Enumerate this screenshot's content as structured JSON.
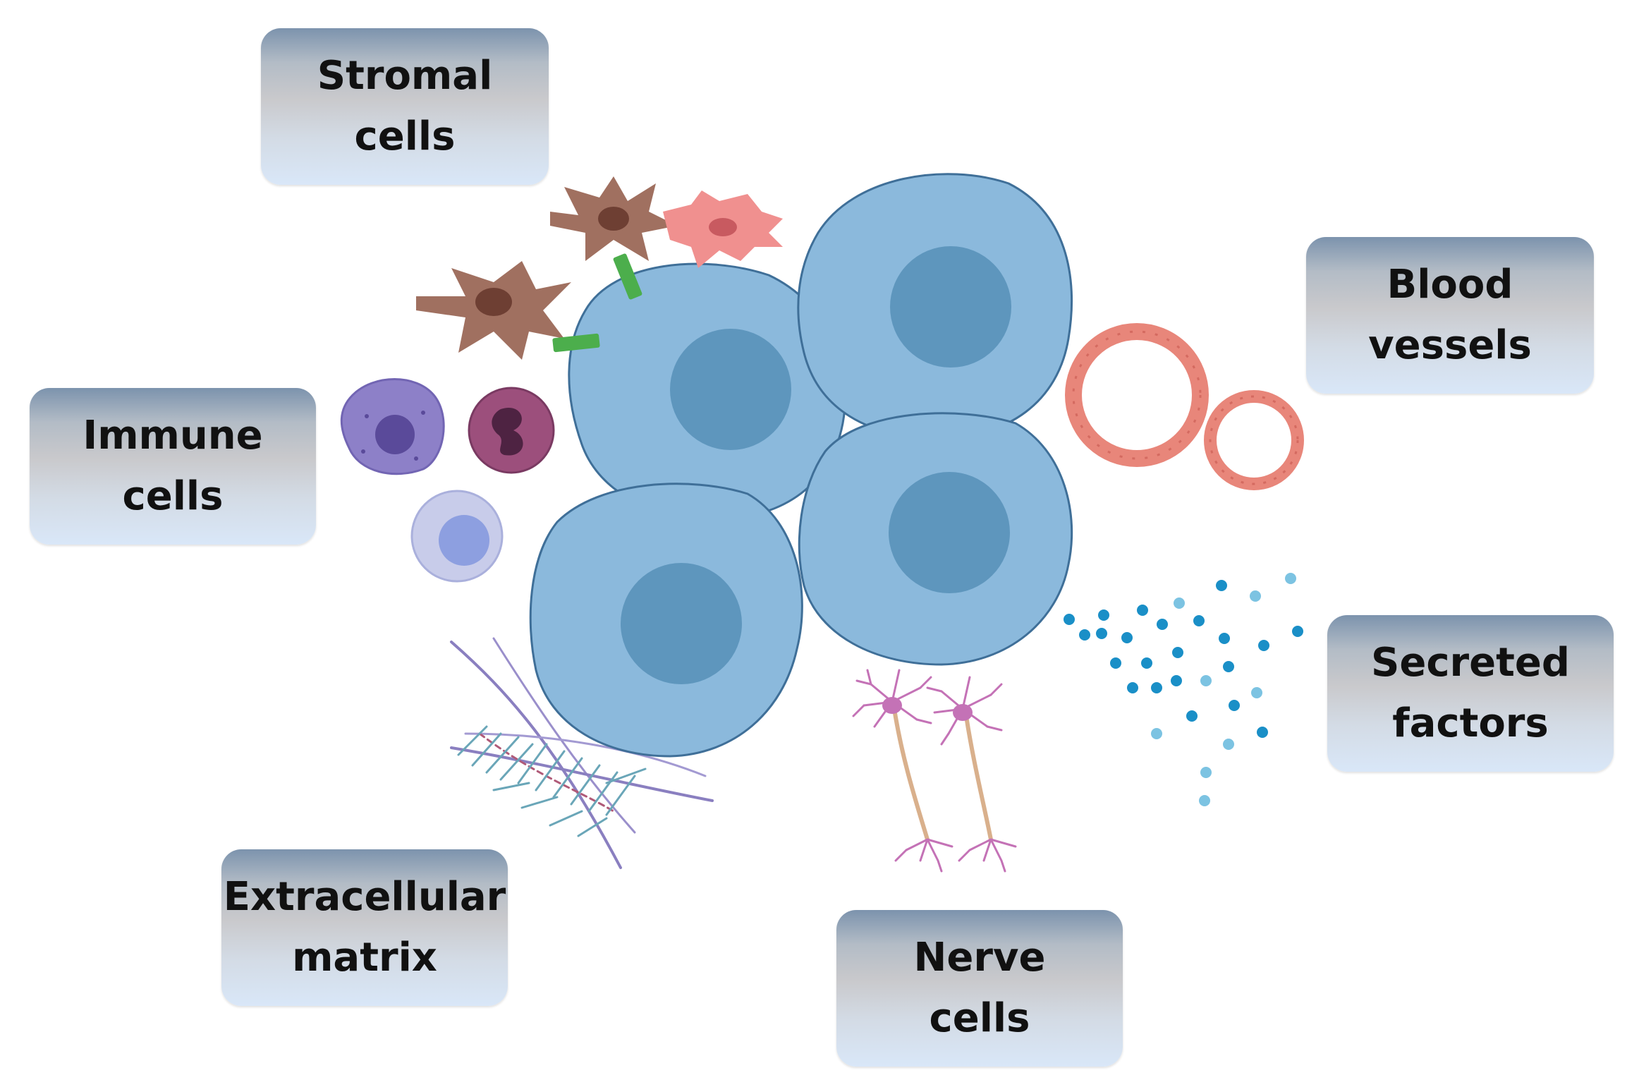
{
  "labels": {
    "stromal": {
      "line1": "Stromal",
      "line2": "cells"
    },
    "blood": {
      "line1": "Blood",
      "line2": "vessels"
    },
    "immune": {
      "line1": "Immune",
      "line2": "cells"
    },
    "secreted": {
      "line1": "Secreted",
      "line2": "factors"
    },
    "ecm": {
      "line1": "Extracellular",
      "line2": "matrix"
    },
    "nerve": {
      "line1": "Nerve",
      "line2": "cells"
    }
  },
  "colors": {
    "tumor_cell": "#8bb9dc",
    "tumor_nucleus": "#5e96bd",
    "tumor_outline": "#3f6f98",
    "fibroblast": "#a07060",
    "fibroblast_pink": "#f0908f",
    "connector": "#4cae4c",
    "blood_vessel": "#e8867a",
    "secreted_dots": "#1a8fc7",
    "nerve": "#c472b6",
    "ecm_fibers": "#8a7fc0"
  }
}
